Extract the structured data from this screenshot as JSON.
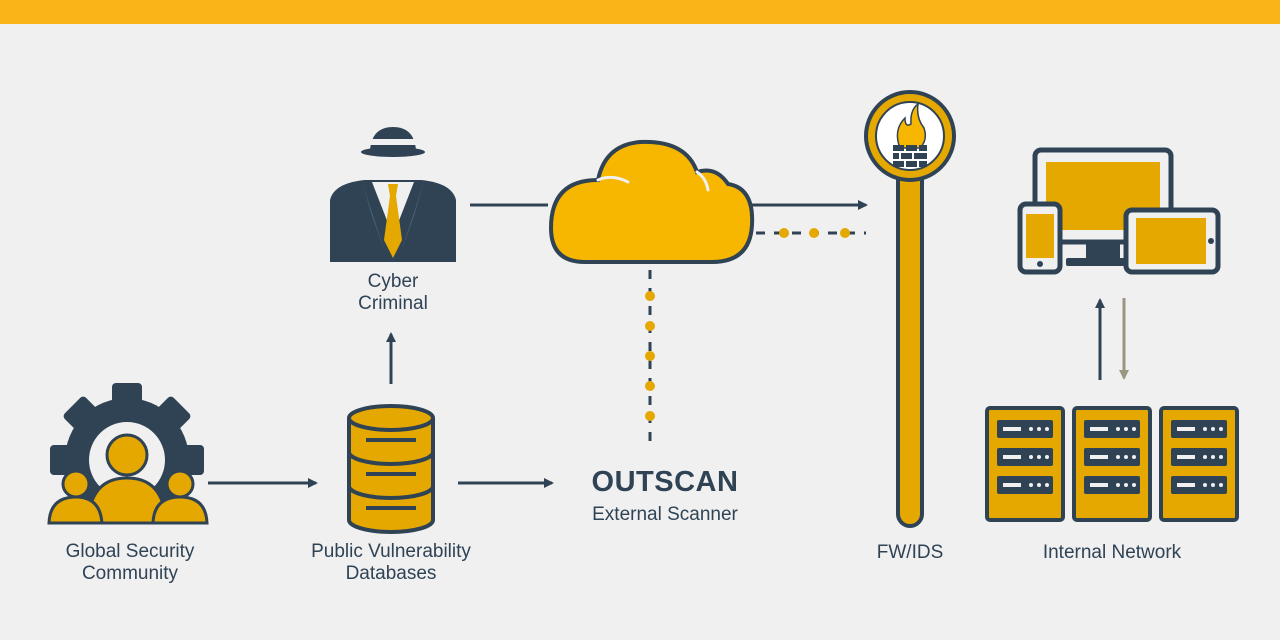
{
  "nodes": {
    "cyber_criminal": {
      "line1": "Cyber",
      "line2": "Criminal"
    },
    "global_security": {
      "line1": "Global Security",
      "line2": "Community"
    },
    "public_vuln": {
      "line1": "Public Vulnerability",
      "line2": "Databases"
    },
    "outscan": {
      "title": "OUTSCAN",
      "subtitle": "External Scanner"
    },
    "fw_ids": {
      "label": "FW/IDS"
    },
    "internal_network": {
      "label": "Internal Network"
    }
  },
  "icons": {
    "gear": "gear-people-icon",
    "hacker": "cyber-criminal-icon",
    "database": "database-icon",
    "cloud": "cloud-icon",
    "firewall": "firewall-icon",
    "devices": "devices-icon",
    "servers": "server-rack-icon"
  },
  "colors": {
    "accent": "#fbb417",
    "gold": "#e5a800",
    "dark": "#2f4355",
    "background": "#f0f0f0",
    "arrow_down": "#9a9682"
  }
}
